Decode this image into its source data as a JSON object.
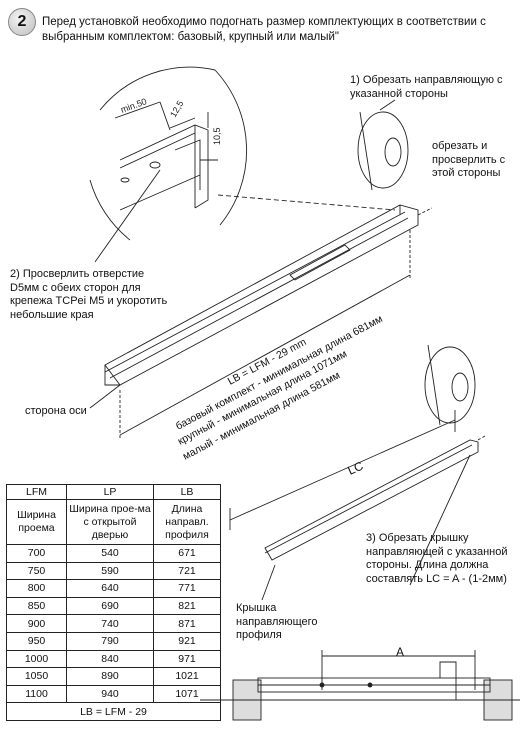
{
  "step": "2",
  "header_text": "Перед установкой необходимо подогнать размер комплектующих в соответствии с выбранным комплектом: базовый, крупный или малый\"",
  "callouts": {
    "c1": "1) Обрезать направляющую с указанной стороны",
    "cut_drill": "обрезать и просверлить с этой стороны",
    "c2": "2) Просверлить отверстие D5мм с обеих сторон для крепежа TCPei M5 и укоротить небольшие края",
    "axis_side": "сторона оси",
    "c3": "3) Обрезать крышку направляющей с указанной стороны. Длина должна составлять LC = A - (1-2мм)",
    "cover": "Крышка направляющего профиля"
  },
  "dimensions": {
    "min50": "min.50",
    "d12_5": "12,5",
    "d10_5": "10,5",
    "lb_formula": "LB = LFM - 29 mm",
    "base": "базовый комплект - минимальная длина 681мм",
    "large": "крупный - минимальная длина 1071мм",
    "small": "малый - минимальная длина 581мм",
    "lc": "LC",
    "a": "A"
  },
  "table": {
    "headers": [
      "LFM",
      "LP",
      "LB"
    ],
    "subheaders": [
      "Ширина проема",
      "Ширина прое-ма с открытой дверью",
      "Длина направл. профиля"
    ],
    "rows": [
      [
        "700",
        "540",
        "671"
      ],
      [
        "750",
        "590",
        "721"
      ],
      [
        "800",
        "640",
        "771"
      ],
      [
        "850",
        "690",
        "821"
      ],
      [
        "900",
        "740",
        "871"
      ],
      [
        "950",
        "790",
        "921"
      ],
      [
        "1000",
        "840",
        "971"
      ],
      [
        "1050",
        "890",
        "1021"
      ],
      [
        "1100",
        "940",
        "1071"
      ]
    ],
    "footer": "LB = LFM - 29"
  }
}
